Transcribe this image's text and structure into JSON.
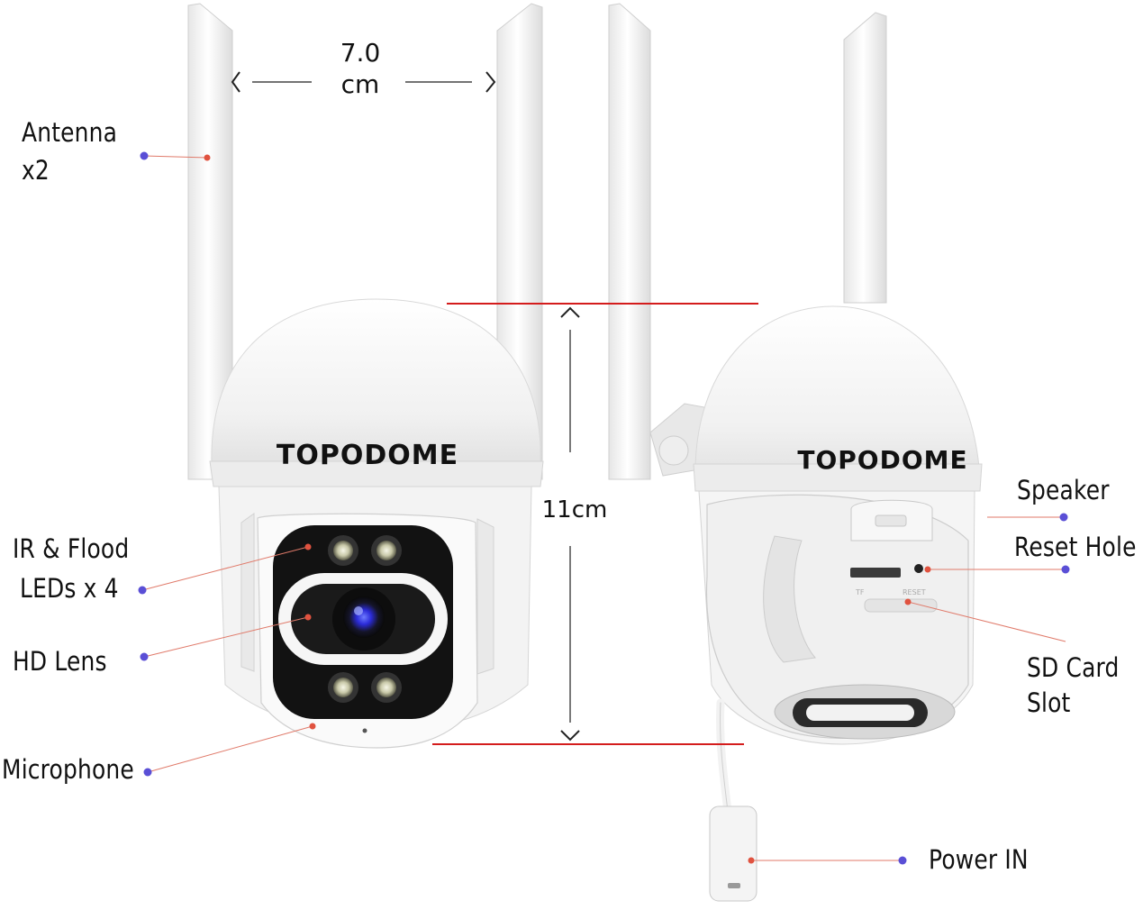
{
  "brand": "TOPODOME",
  "dimensions": {
    "width_value": "7.0",
    "width_unit": "cm",
    "height": "11cm"
  },
  "labels": {
    "antenna": [
      "Antenna",
      "x2"
    ],
    "leds": [
      "IR & Flood",
      "LEDs x 4"
    ],
    "lens": "HD Lens",
    "microphone": "Microphone",
    "speaker": "Speaker",
    "reset": "Reset Hole",
    "sd_card": [
      "SD Card",
      "Slot"
    ],
    "power": "Power IN"
  },
  "colors": {
    "dot_blue": "#5a4fd6",
    "dot_red": "#e0523f",
    "leader": "#e07a6a",
    "dim_line": "#d41c1c",
    "body": "#f4f4f4",
    "lens": "#2b2bd8"
  }
}
